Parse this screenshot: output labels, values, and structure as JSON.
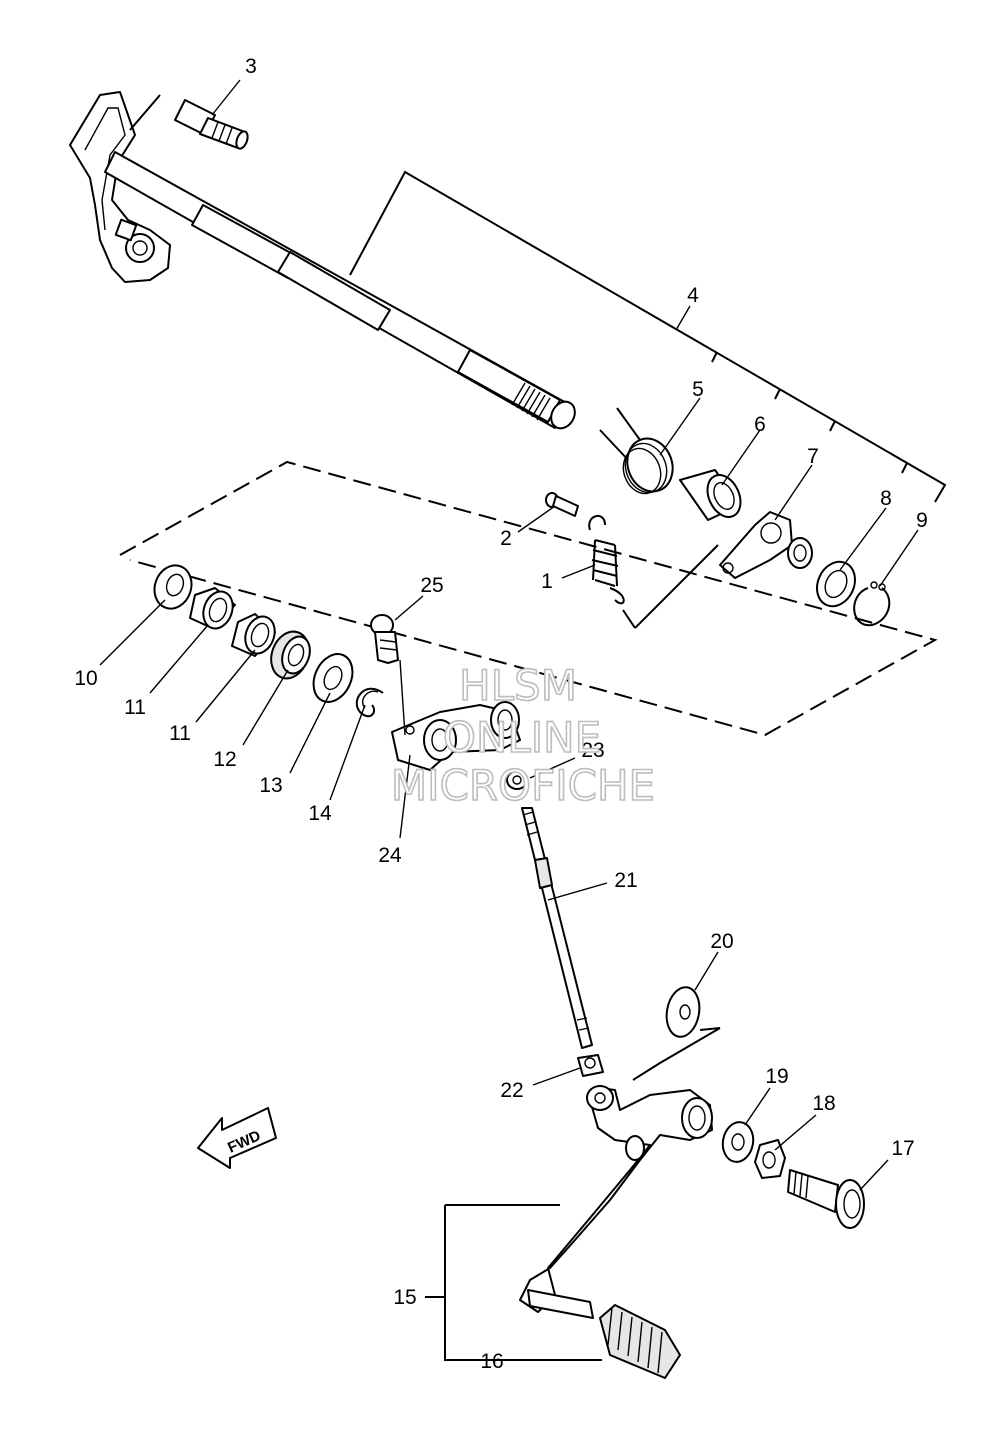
{
  "callouts": [
    {
      "id": "c1",
      "label": "1"
    },
    {
      "id": "c2",
      "label": "2"
    },
    {
      "id": "c3",
      "label": "3"
    },
    {
      "id": "c4",
      "label": "4"
    },
    {
      "id": "c5",
      "label": "5"
    },
    {
      "id": "c6",
      "label": "6"
    },
    {
      "id": "c7",
      "label": "7"
    },
    {
      "id": "c8",
      "label": "8"
    },
    {
      "id": "c9",
      "label": "9"
    },
    {
      "id": "c10",
      "label": "10"
    },
    {
      "id": "c11a",
      "label": "11"
    },
    {
      "id": "c11b",
      "label": "11"
    },
    {
      "id": "c12",
      "label": "12"
    },
    {
      "id": "c13",
      "label": "13"
    },
    {
      "id": "c14",
      "label": "14"
    },
    {
      "id": "c15",
      "label": "15"
    },
    {
      "id": "c16",
      "label": "16"
    },
    {
      "id": "c17",
      "label": "17"
    },
    {
      "id": "c18",
      "label": "18"
    },
    {
      "id": "c19",
      "label": "19"
    },
    {
      "id": "c20",
      "label": "20"
    },
    {
      "id": "c21",
      "label": "21"
    },
    {
      "id": "c22",
      "label": "22"
    },
    {
      "id": "c23",
      "label": "23"
    },
    {
      "id": "c24",
      "label": "24"
    },
    {
      "id": "c25",
      "label": "25"
    }
  ],
  "direction_marker": {
    "label": "FWD",
    "icon": "forward-arrow-icon"
  },
  "watermark": {
    "line1": "HLSM",
    "line2": "ONLINE",
    "line3": "MICROFICHE"
  }
}
